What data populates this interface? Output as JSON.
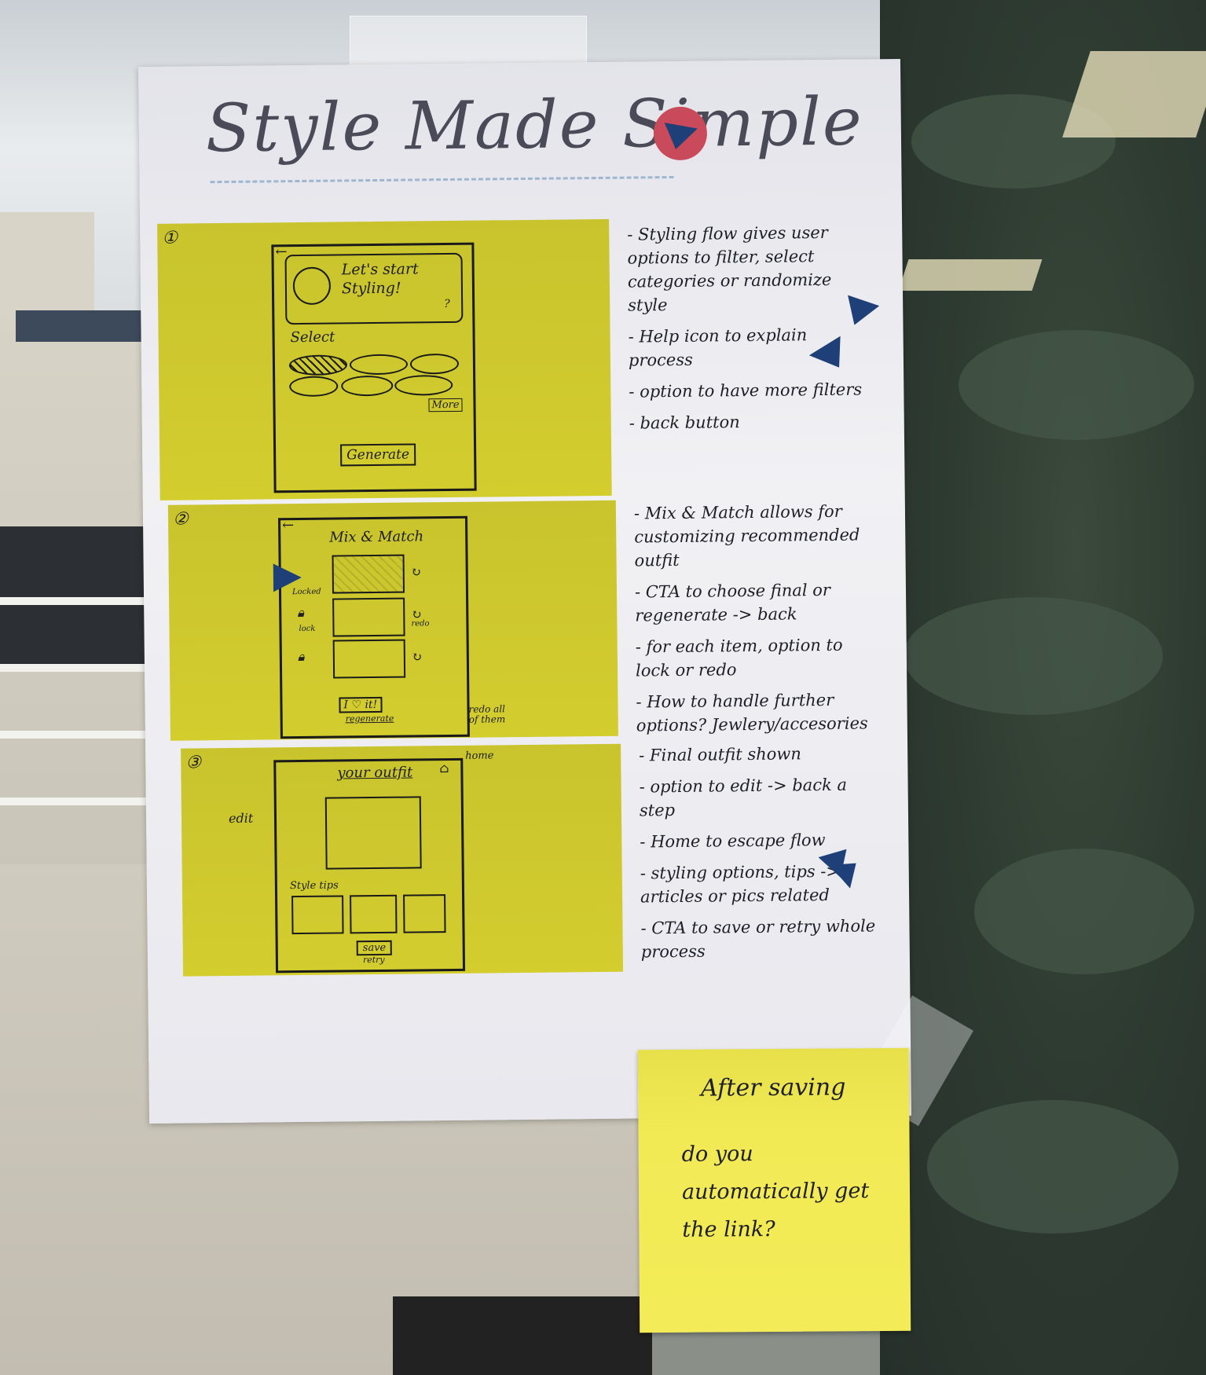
{
  "title": "Style Made Simple",
  "panels": [
    {
      "number": "①",
      "sketch": {
        "heading": "Let's start Styling!",
        "select_label": "Select",
        "more_label": "More",
        "button": "Generate"
      },
      "notes": [
        "- Styling flow gives user options to filter, select categories or randomize style",
        "- Help icon to explain process",
        "- option to have more filters",
        "- back button"
      ]
    },
    {
      "number": "②",
      "sketch": {
        "heading": "Mix & Match",
        "locked_label": "Locked",
        "lock_label": "lock",
        "redo_label": "redo",
        "button": "I ♡ it!",
        "secondary": "regenerate",
        "side_note": "redo all of them"
      },
      "notes": [
        "- Mix & Match allows for customizing recommended outfit",
        "- CTA to choose final or regenerate -> back",
        "- for each item, option to lock or redo",
        "- How to handle further options? Jewlery/accesories"
      ]
    },
    {
      "number": "③",
      "sketch": {
        "heading": "your outfit",
        "edit_label": "edit",
        "home_label": "home",
        "style_tips": "Style tips",
        "button": "save",
        "secondary": "retry"
      },
      "notes": [
        "- Final outfit shown",
        "- option to edit -> back a step",
        "- Home to escape flow",
        "- styling options, tips -> articles or pics related",
        "- CTA to save or retry whole process"
      ]
    }
  ],
  "sticky_note": {
    "title": "After saving",
    "body": "do you automatically get the link?"
  },
  "colors": {
    "poster": "#ececf0",
    "panel_yellow": "#ccc62e",
    "sticky_yellow": "#f1ea55",
    "red_dot": "#c94a5a",
    "blue_marker": "#1f3f78"
  }
}
